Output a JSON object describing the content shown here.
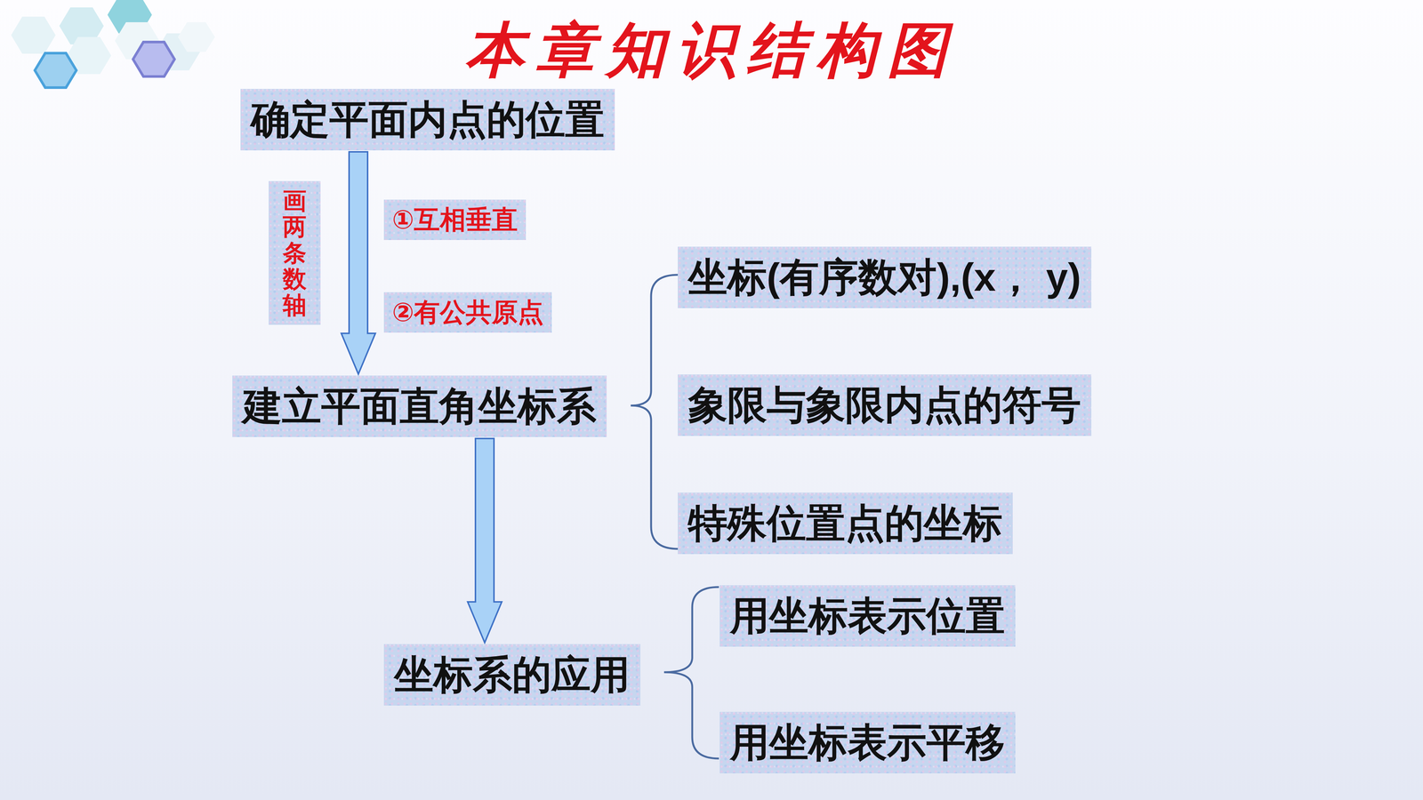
{
  "diagram": {
    "title": "本章知识结构图",
    "nodes": [
      {
        "text": [
          "确定平面内点的位置"
        ]
      },
      {
        "text": [
          "画两条数轴"
        ]
      },
      {
        "text": [
          "①互相垂直"
        ]
      },
      {
        "text": [
          "②有公共原点"
        ]
      },
      {
        "text": [
          "建立平面直角坐标系"
        ]
      },
      {
        "text": [
          "坐标(有序数对),(x， y)"
        ]
      },
      {
        "text": [
          "象限与象限内点的符号"
        ]
      },
      {
        "text": [
          "特殊位置点的坐标"
        ]
      },
      {
        "text": [
          "坐标系的应用"
        ]
      },
      {
        "text": [
          "用坐标表示位置"
        ]
      },
      {
        "text": [
          "用坐标表示平移"
        ]
      }
    ],
    "edges": [
      {
        "from": 0,
        "to": 4,
        "arrow": "to"
      },
      {
        "from": 4,
        "to": 8,
        "arrow": "to"
      }
    ]
  }
}
